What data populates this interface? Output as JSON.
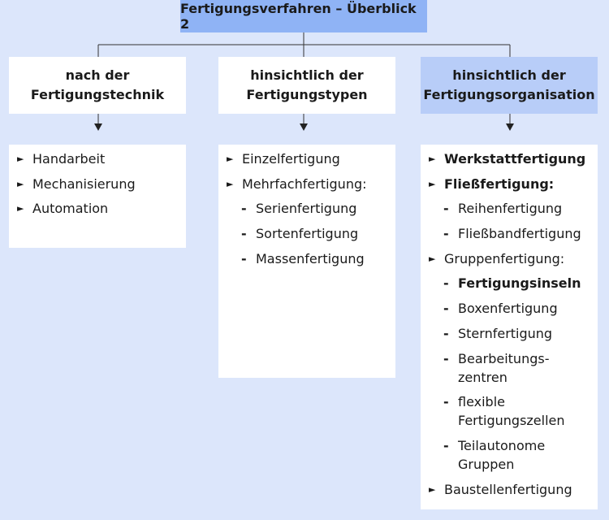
{
  "title": "Fertigungsverfahren – Überblick 2",
  "columns": [
    {
      "header": [
        "nach der",
        "Fertigungstechnik"
      ],
      "items": [
        {
          "text": "Handarbeit",
          "level": 1,
          "bold": false
        },
        {
          "text": "Mechanisierung",
          "level": 1,
          "bold": false
        },
        {
          "text": "Automation",
          "level": 1,
          "bold": false
        }
      ]
    },
    {
      "header": [
        "hinsichtlich der",
        "Fertigungstypen"
      ],
      "items": [
        {
          "text": "Einzelfertigung",
          "level": 1,
          "bold": false
        },
        {
          "text": "Mehrfachfertigung:",
          "level": 1,
          "bold": false
        },
        {
          "text": "Serienfertigung",
          "level": 2,
          "bold": false
        },
        {
          "text": "Sortenfertigung",
          "level": 2,
          "bold": false
        },
        {
          "text": "Massenfertigung",
          "level": 2,
          "bold": false
        }
      ]
    },
    {
      "header": [
        "hinsichtlich der",
        "Fertigungsorganisation"
      ],
      "highlighted": true,
      "items": [
        {
          "text": "Werkstattfertigung",
          "level": 1,
          "bold": true
        },
        {
          "text": "Fließfertigung:",
          "level": 1,
          "bold": true
        },
        {
          "text": "Reihenfertigung",
          "level": 2,
          "bold": false
        },
        {
          "text": "Fließbandfertigung",
          "level": 2,
          "bold": false
        },
        {
          "text": "Gruppenfertigung:",
          "level": 1,
          "bold": false
        },
        {
          "text": "Fertigungsinseln",
          "level": 2,
          "bold": true
        },
        {
          "text": "Boxenfertigung",
          "level": 2,
          "bold": false
        },
        {
          "text": "Sternfertigung",
          "level": 2,
          "bold": false
        },
        {
          "text": "Bearbeitungs-\nzentren",
          "level": 2,
          "bold": false
        },
        {
          "text": "flexible\nFertigungszellen",
          "level": 2,
          "bold": false
        },
        {
          "text": "Teilautonome\nGruppen",
          "level": 2,
          "bold": false
        },
        {
          "text": "Baustellenfertigung",
          "level": 1,
          "bold": false
        }
      ]
    }
  ],
  "markers": {
    "level1": "►",
    "level2": "-"
  },
  "colors": {
    "background": "#dce6fb",
    "title": "#8fb3f5",
    "highlight": "#b8cdf8",
    "box": "#ffffff"
  }
}
